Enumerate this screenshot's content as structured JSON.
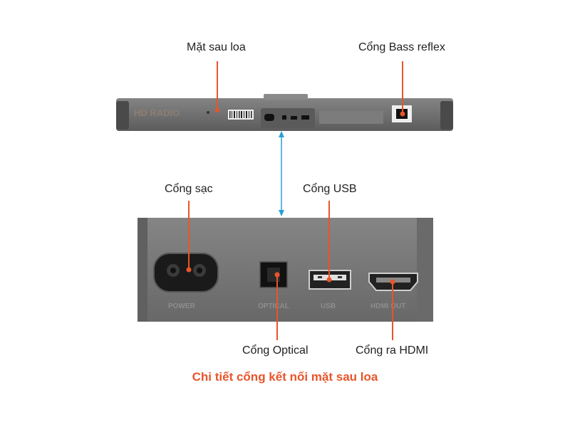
{
  "labels": {
    "back_panel": "Mặt sau loa",
    "bass_reflex": "Cổng Bass reflex",
    "charging_port": "Cổng sạc",
    "usb_port": "Cổng USB",
    "optical_port": "Cổng Optical",
    "hdmi_out_port": "Cổng ra HDMI"
  },
  "caption": "Chi tiết cổng kết nối mặt sau loa",
  "panel_marks": {
    "brand_logo": "HD RADIO",
    "power": "POWER",
    "optical": "OPTICAL",
    "usb": "USB",
    "hdmi": "HDMI OUT"
  },
  "colors": {
    "pointer": "#e8552a",
    "connector_arrow": "#2a9fd6",
    "caption": "#e8552a",
    "panel": "#7a7a7a"
  },
  "icons": [
    "power-port-icon",
    "optical-port-icon",
    "usb-port-icon",
    "hdmi-port-icon",
    "bass-reflex-icon"
  ]
}
